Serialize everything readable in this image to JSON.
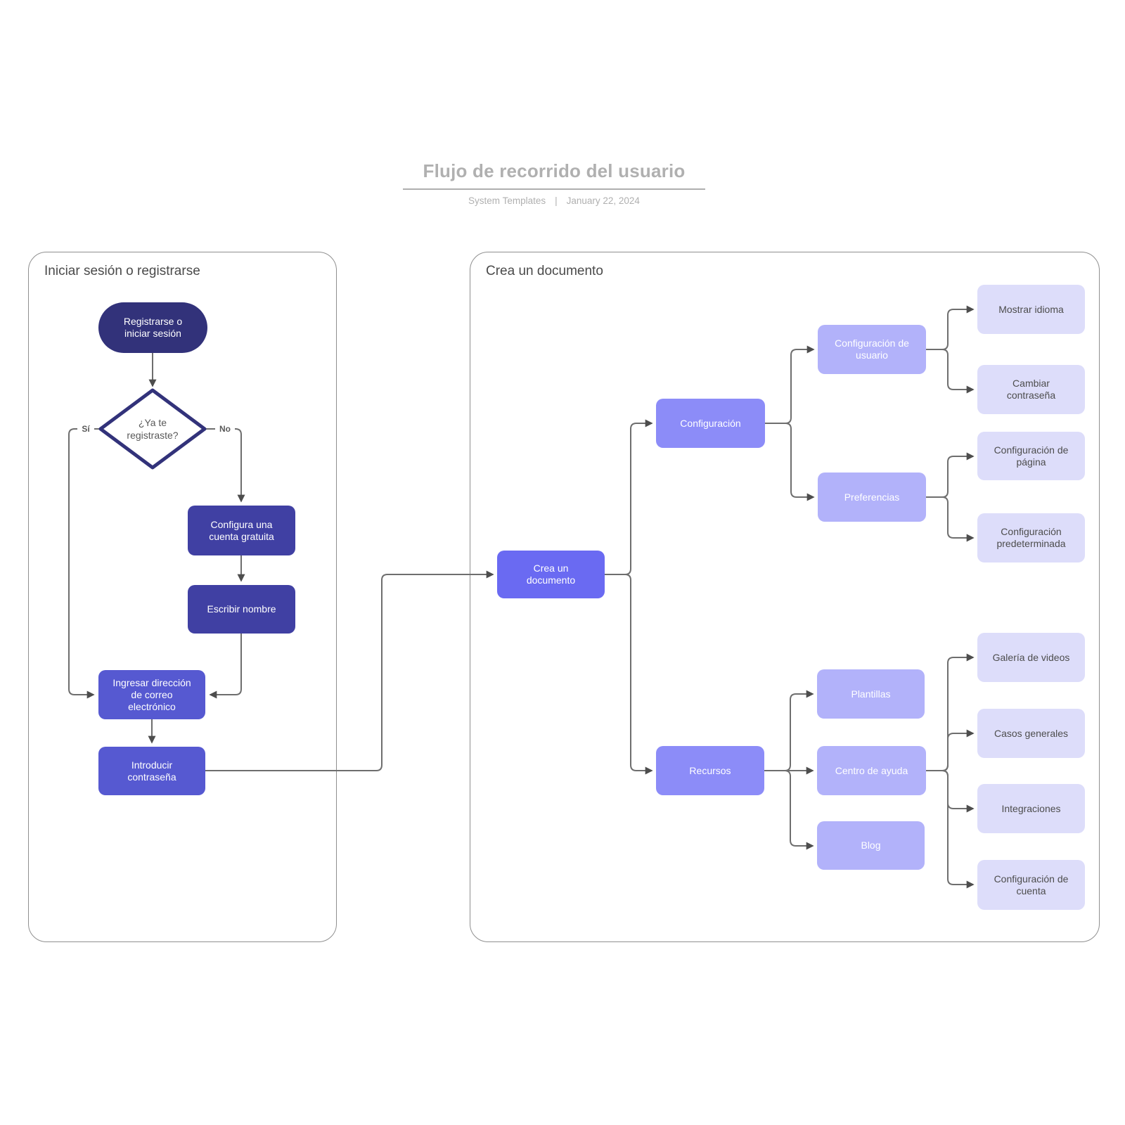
{
  "header": {
    "title": "Flujo de recorrido del usuario",
    "subtitle_left": "System Templates",
    "subtitle_separator": "|",
    "subtitle_date": "January 22, 2024"
  },
  "containers": {
    "login": {
      "title": "Iniciar sesión o registrarse"
    },
    "create": {
      "title": "Crea un documento"
    }
  },
  "edge_labels": {
    "yes": "Sí",
    "no": "No"
  },
  "nodes": {
    "registrarse": {
      "label": "Registrarse o\niniciar sesión"
    },
    "decision": {
      "label": "¿Ya te\nregistraste?"
    },
    "configura_cuenta": {
      "label": "Configura una\ncuenta gratuita"
    },
    "escribir_nombre": {
      "label": "Escribir nombre"
    },
    "ingresar_correo": {
      "label": "Ingresar dirección\nde correo\nelectrónico"
    },
    "introducir_contrasena": {
      "label": "Introducir\ncontraseña"
    },
    "crea_documento": {
      "label": "Crea un\ndocumento"
    },
    "configuracion": {
      "label": "Configuración"
    },
    "recursos": {
      "label": "Recursos"
    },
    "configuracion_usuario": {
      "label": "Configuración de\nusuario"
    },
    "preferencias": {
      "label": "Preferencias"
    },
    "plantillas": {
      "label": "Plantillas"
    },
    "centro_ayuda": {
      "label": "Centro de ayuda"
    },
    "blog": {
      "label": "Blog"
    },
    "mostrar_idioma": {
      "label": "Mostrar idioma"
    },
    "cambiar_contrasena": {
      "label": "Cambiar\ncontraseña"
    },
    "configuracion_pagina": {
      "label": "Configuración de\npágina"
    },
    "configuracion_predeterminada": {
      "label": "Configuración\npredeterminada"
    },
    "galeria_videos": {
      "label": "Galería de videos"
    },
    "casos_generales": {
      "label": "Casos generales"
    },
    "integraciones": {
      "label": "Integraciones"
    },
    "configuracion_cuenta": {
      "label": "Configuración de\ncuenta"
    }
  },
  "colors": {
    "navy": "#32327a",
    "dark_indigo": "#4040a3",
    "medium_indigo": "#5659d1",
    "bright_purple": "#6a6af2",
    "purple": "#8c8cf8",
    "light_purple": "#b2b2fa",
    "pale_lavender": "#ddddfa",
    "connector_gray": "#6e6e6e",
    "text_gray": "#4d4d4d",
    "title_gray": "#b0b0b0"
  }
}
